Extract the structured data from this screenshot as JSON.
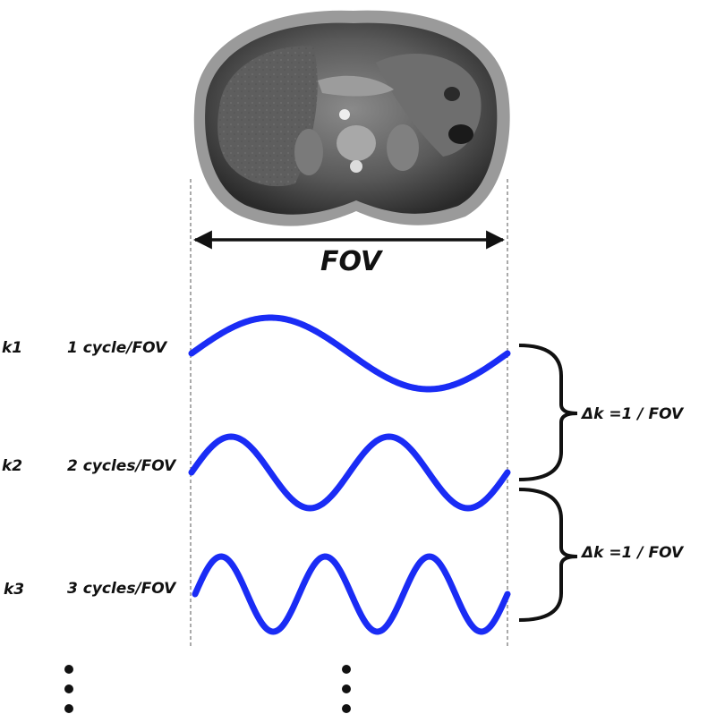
{
  "fov_label": "FOV",
  "rows": [
    {
      "k": "k1",
      "cycles_label": "1 cycle/FOV",
      "cycles": 1
    },
    {
      "k": "k2",
      "cycles_label": "2 cycles/FOV",
      "cycles": 2
    },
    {
      "k": "k3",
      "cycles_label": "3 cycles/FOV",
      "cycles": 3
    }
  ],
  "delta_labels": [
    "Δk =1 / FOV",
    "Δk =1 / FOV"
  ],
  "colors": {
    "wave": "#1a2cf5",
    "ink": "#111111",
    "dash": "#555555"
  },
  "image_icon": "mri-axial-abdomen-slice"
}
